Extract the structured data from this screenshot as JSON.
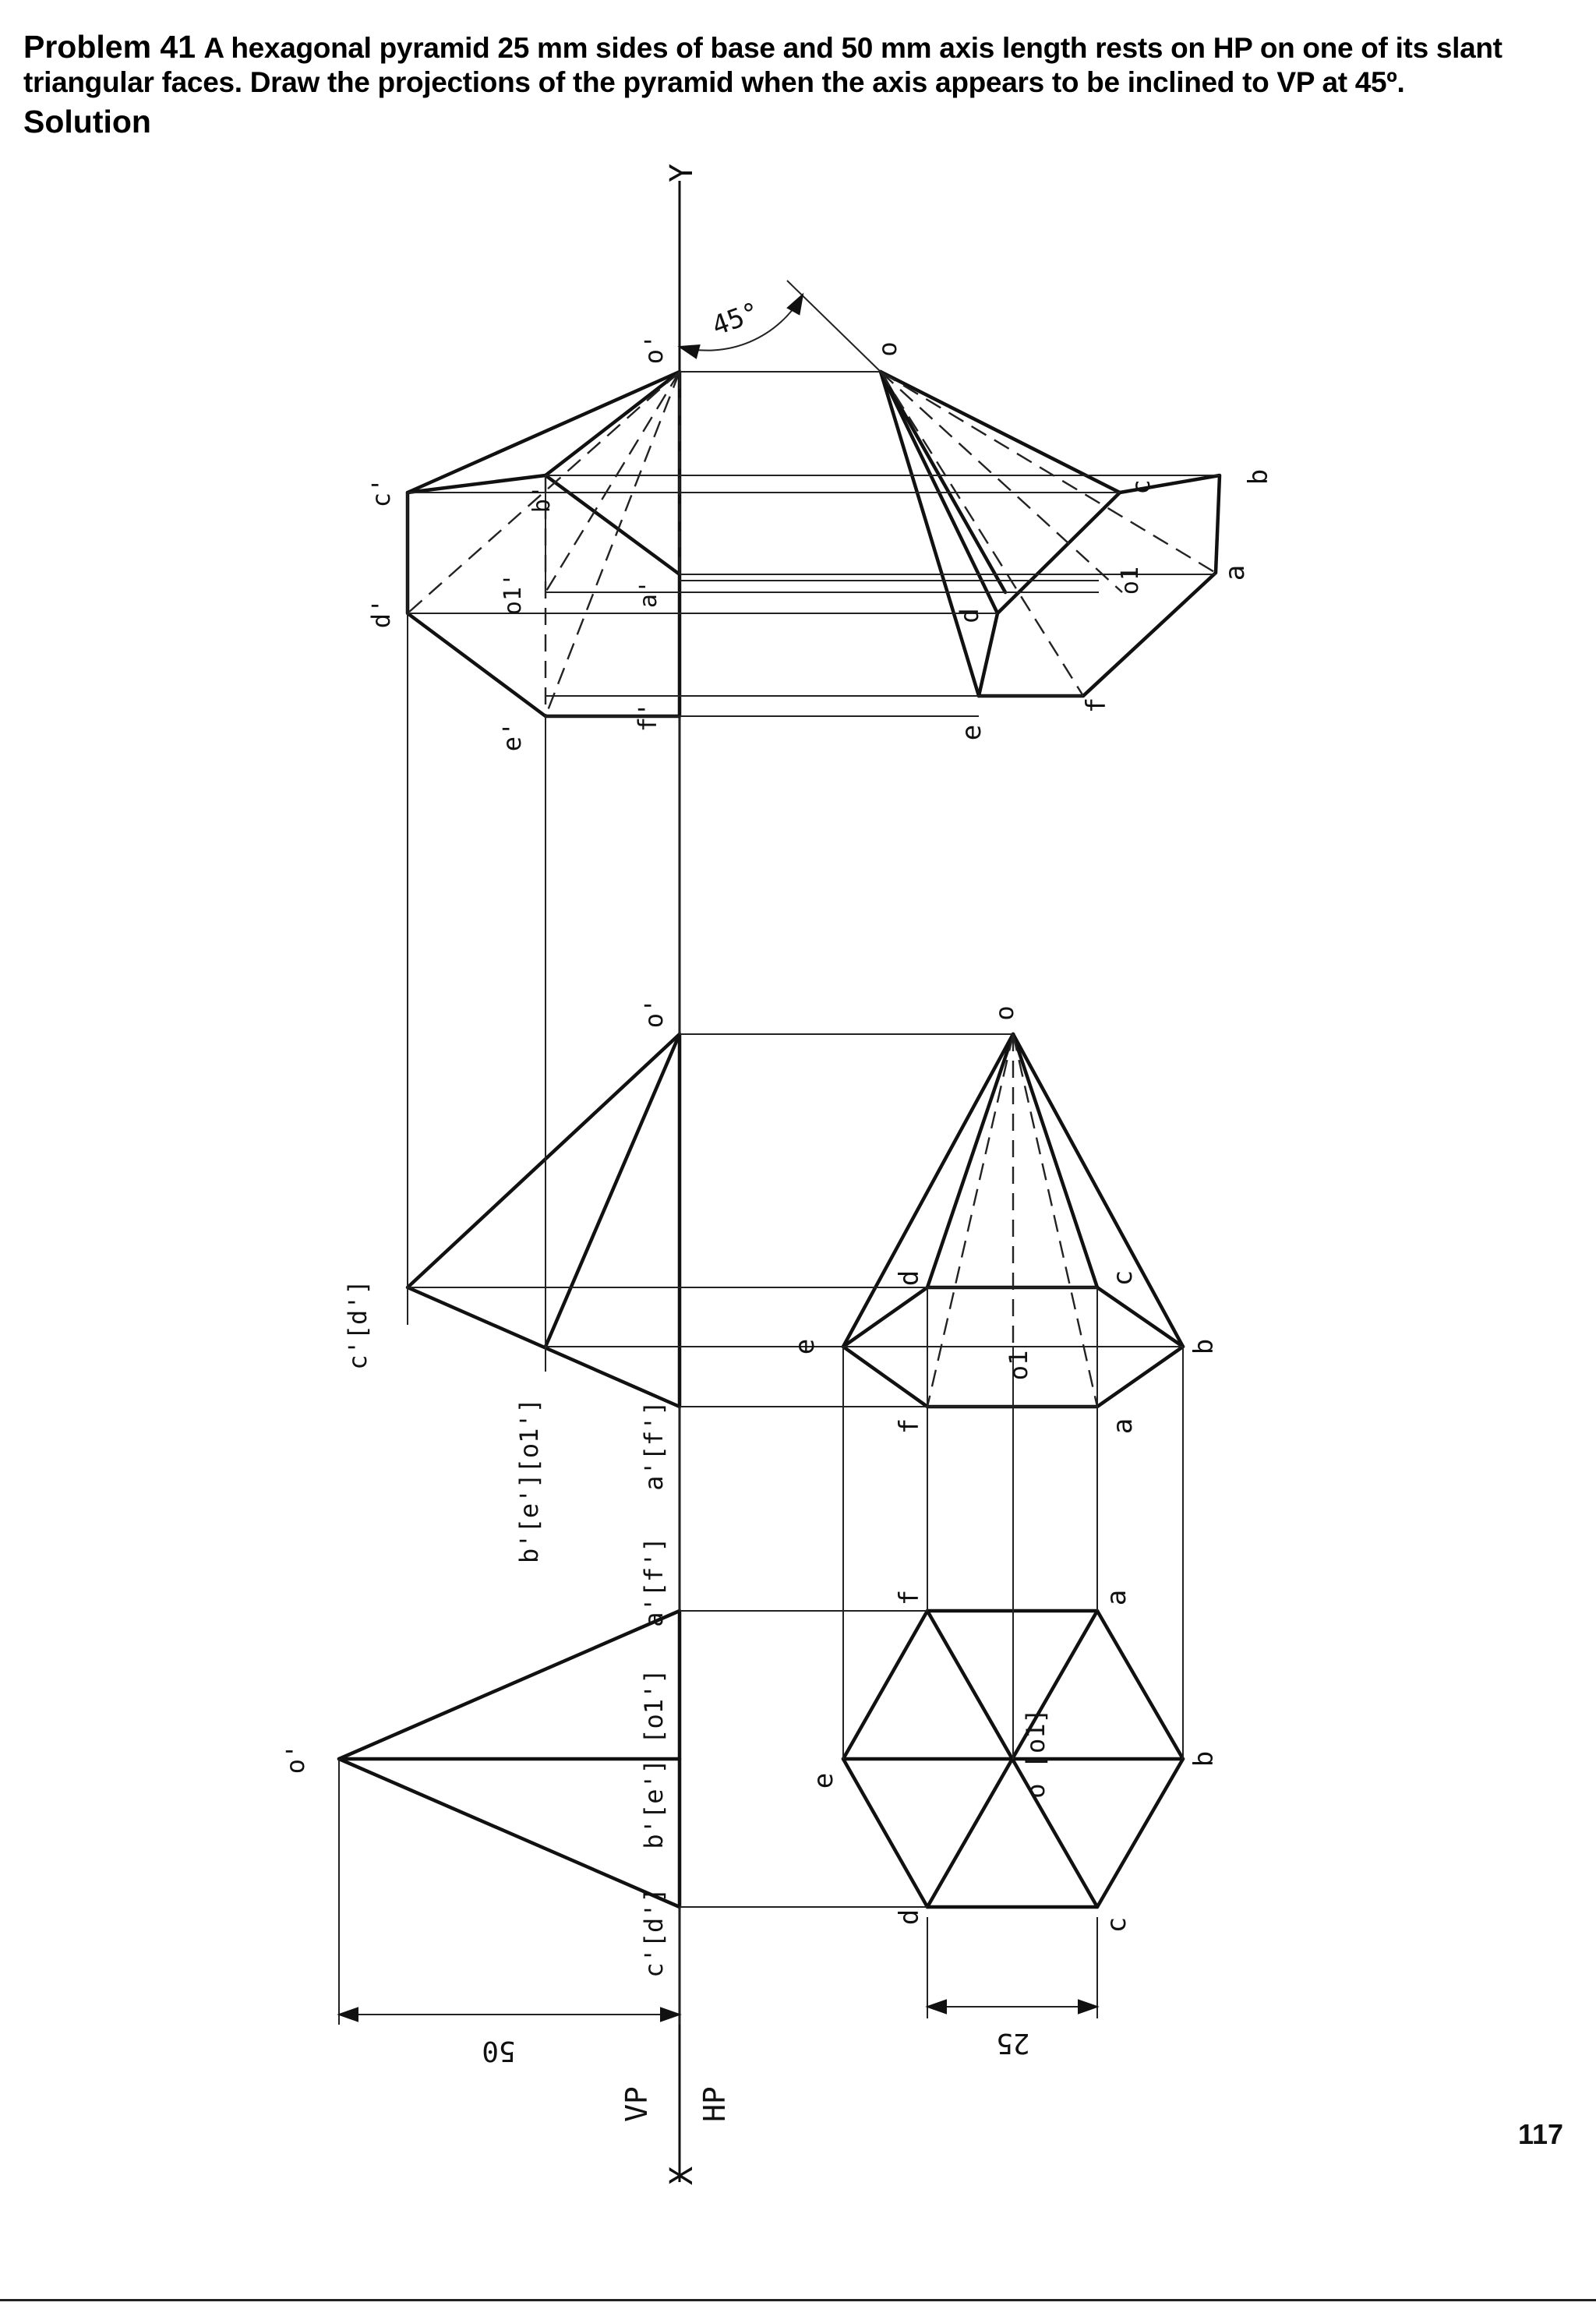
{
  "problem": {
    "label": "Problem 41",
    "text": "A hexagonal pyramid 25 mm sides of base and 50 mm axis length rests on HP on one of its slant triangular faces. Draw the projections of the pyramid when the axis appears to be inclined to VP at 45º."
  },
  "solution_label": "Solution",
  "axis_labels": {
    "x": "X",
    "y": "Y",
    "vp": "VP",
    "hp": "HP"
  },
  "dimensions": {
    "height": "50",
    "side": "25",
    "angle": "45°"
  },
  "page_number": "117",
  "views": {
    "stage1_front": [
      "o'",
      "c'[d']",
      "b'[e'] [o1']",
      "a'[f']"
    ],
    "stage1_top": [
      "d",
      "e",
      "f",
      "c",
      "b",
      "a",
      "o [o1]"
    ],
    "stage2_front": [
      "o'",
      "c'[d']",
      "b'[e'][o1']",
      "a'[f']"
    ],
    "stage2_top": [
      "o",
      "d",
      "e",
      "f",
      "c",
      "b",
      "a",
      "o1"
    ],
    "stage3_front": [
      "o'",
      "c'",
      "d'",
      "b'",
      "o1'",
      "a'",
      "e'",
      "f'"
    ],
    "stage3_top": [
      "o",
      "c",
      "b",
      "a",
      "o1",
      "d",
      "e",
      "f"
    ]
  }
}
